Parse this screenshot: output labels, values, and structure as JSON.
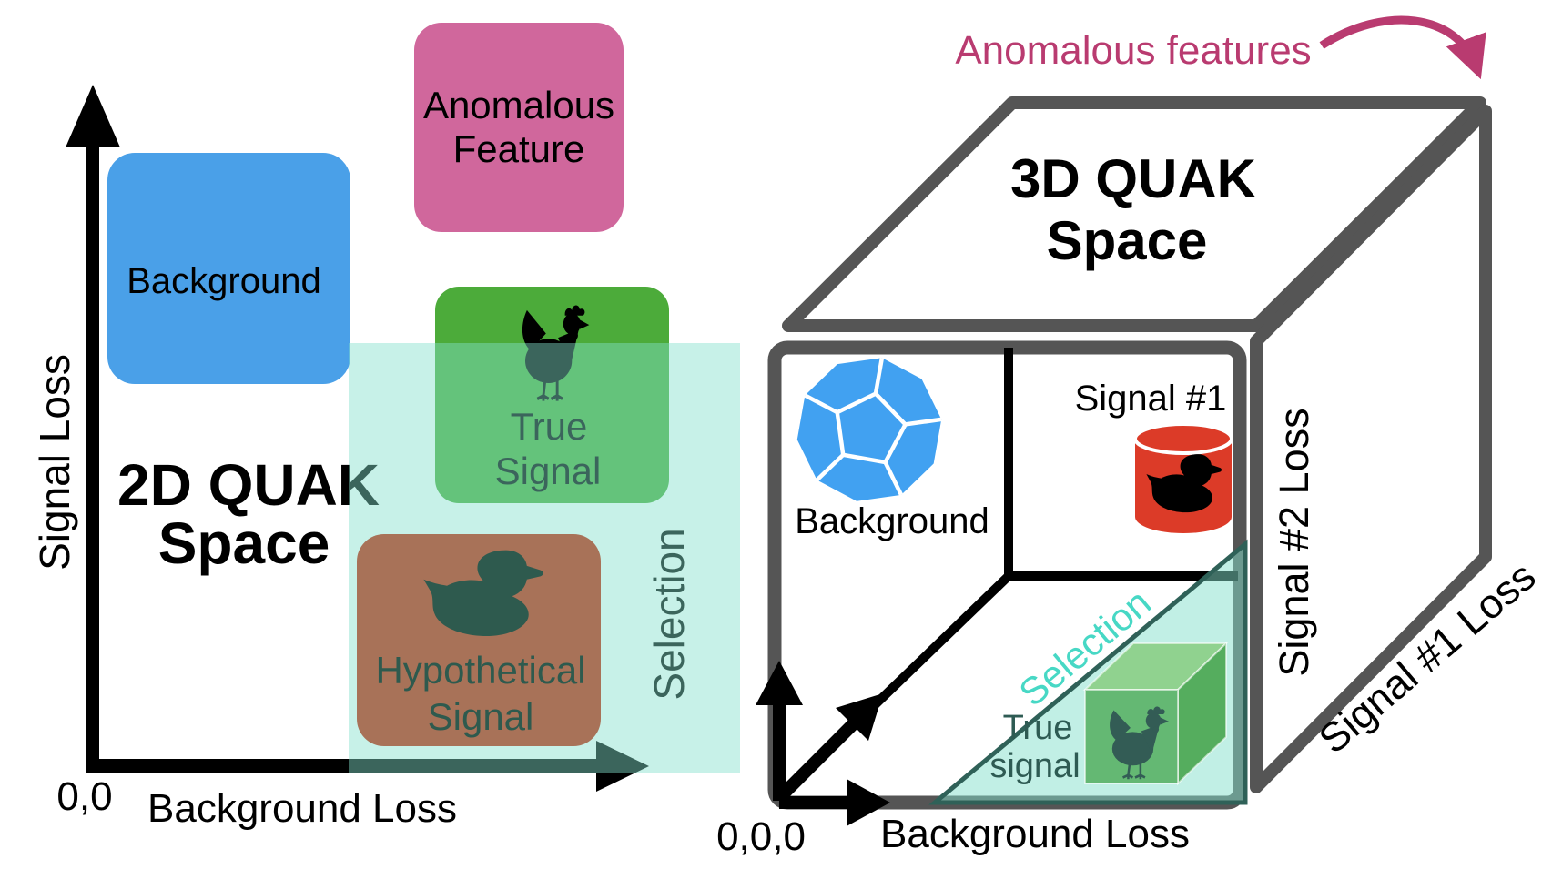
{
  "figure": {
    "left_panel": {
      "title_line1": "2D QUAK",
      "title_line2": "Space",
      "y_axis_label": "Signal Loss",
      "x_axis_label": "Background Loss",
      "origin_label": "0,0",
      "background_box_label": "Background",
      "anomalous_box_line1": "Anomalous",
      "anomalous_box_line2": "Feature",
      "true_signal_line1": "True",
      "true_signal_line2": "Signal",
      "hypothetical_line1": "Hypothetical",
      "hypothetical_line2": "Signal",
      "selection_label": "Selection"
    },
    "right_panel": {
      "title_line1": "3D QUAK",
      "title_line2": "Space",
      "annotation_label": "Anomalous features",
      "background_label": "Background",
      "signal1_box_label": "Signal #1",
      "true_signal_line1": "True",
      "true_signal_line2": "signal",
      "selection_label": "Selection",
      "origin_label": "0,0,0",
      "x_axis_label": "Background Loss",
      "signal2_axis_label": "Signal #2 Loss",
      "signal1_axis_label": "Signal #1 Loss"
    },
    "colors": {
      "background_box_blue": "#4aa0e8",
      "dodecahedron_blue": "#41a1f1",
      "anomalous_box_pink": "#d0679c",
      "anomalous_accent_pink": "#b93b70",
      "true_signal_green": "#4cab3a",
      "cube_green_front": "#64b873",
      "cube_green_top": "#90d28f",
      "cube_green_side": "#55ad5e",
      "signal_red": "#dc3b28",
      "hypothetical_brown": "#a87258",
      "selection_overlay_teal": "#c7f0e8",
      "selection_text_aqua": "#47d8c5",
      "dark_teal_text": "#2e5b53",
      "frame_gray": "#555555",
      "line_black": "#000000"
    }
  }
}
